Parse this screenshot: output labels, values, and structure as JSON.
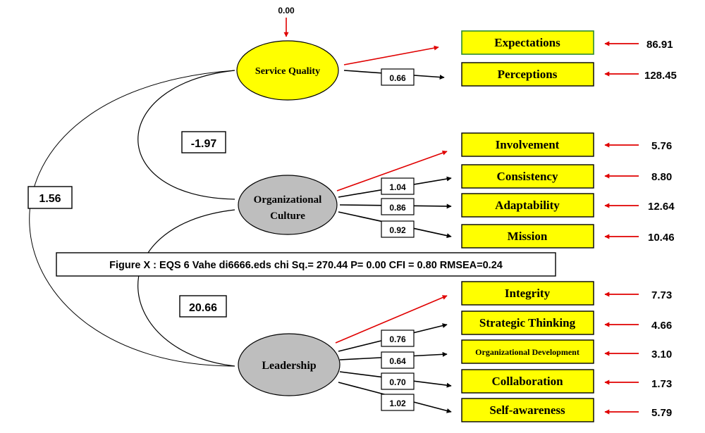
{
  "latents": {
    "service_quality": "Service Quality",
    "org_culture_line1": "Organizational",
    "org_culture_line2": "Culture",
    "leadership": "Leadership"
  },
  "disturbance": "0.00",
  "indicators": [
    {
      "label": "Expectations",
      "error": "86.91"
    },
    {
      "label": "Perceptions",
      "error": "128.45"
    },
    {
      "label": "Involvement",
      "error": "5.76"
    },
    {
      "label": "Consistency",
      "error": "8.80"
    },
    {
      "label": "Adaptability",
      "error": "12.64"
    },
    {
      "label": "Mission",
      "error": "10.46"
    },
    {
      "label": "Integrity",
      "error": "7.73"
    },
    {
      "label": "Strategic Thinking",
      "error": "4.66"
    },
    {
      "label": "Organizational Development",
      "error": "3.10"
    },
    {
      "label": "Collaboration",
      "error": "1.73"
    },
    {
      "label": "Self-awareness",
      "error": "5.79"
    }
  ],
  "loadings": {
    "perceptions": "0.66",
    "consistency": "1.04",
    "adaptability": "0.86",
    "mission": "0.92",
    "strategic_thinking": "0.76",
    "organizational_development": "0.64",
    "collaboration": "0.70",
    "self_awareness": "1.02"
  },
  "covariances": {
    "sq_oc": "-1.97",
    "sq_lead": "1.56",
    "oc_lead": "20.66"
  },
  "caption": "Figure X : EQS 6 Vahe di6666.eds chi Sq.= 270.44 P= 0.00 CFI = 0.80 RMSEA=0.24",
  "colors": {
    "indicator_fill": "#ffff00",
    "service_quality_fill": "#ffff00",
    "latent_gray": "#bebebe",
    "error_arrow": "#e00000",
    "fixed_path": "#e00000",
    "expectations_border": "#2e8b2e"
  }
}
